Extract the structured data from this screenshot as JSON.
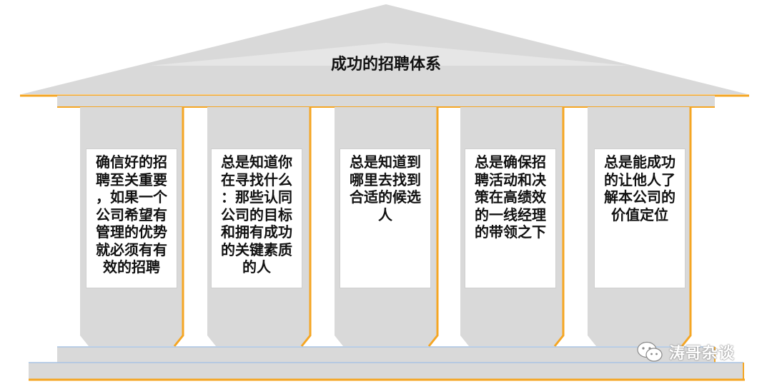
{
  "title": "成功的招聘体系",
  "pillars": [
    {
      "text": "确信好的招\n聘至关重要\n，如果一个\n公司希望有\n管理的优势\n就必须有有\n效的招聘"
    },
    {
      "text": "总是知道你\n在寻找什么\n：那些认同\n公司的目标\n和拥有成功\n的关键素质\n的人"
    },
    {
      "text": "总是知道到\n哪里去找到\n合适的候选\n人"
    },
    {
      "text": "总是确保招\n聘活动和决\n策在高绩效\n的一线经理\n的带领之下"
    },
    {
      "text": "总是能成功\n的让他人了\n解本公司的\n价值定位"
    }
  ],
  "watermark": {
    "text": "涛哥杂谈",
    "icon": "wechat-icon"
  },
  "colors": {
    "gray": "#d9d9d9",
    "gold": "#f5a623",
    "blue_line": "#a9c4e4"
  }
}
